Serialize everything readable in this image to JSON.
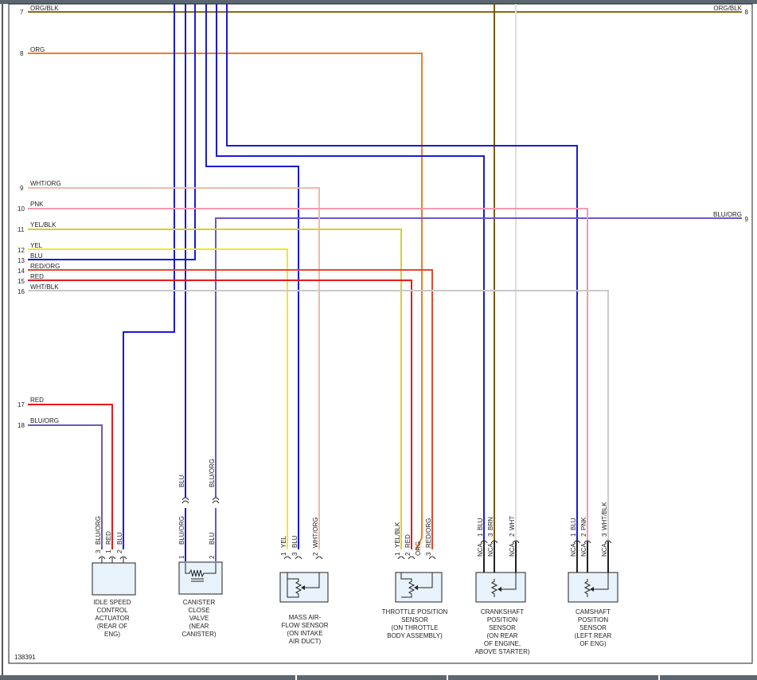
{
  "diagram_id": "138391",
  "colors": {
    "ORG": "#f47a20",
    "ORG/BLK": "#8a6a12",
    "BLU": "#1a1adc",
    "BLU/ORG": "#6a57c8",
    "WHT/ORG": "#f2b9a6",
    "PNK": "#f49aae",
    "YEL": "#f2e62c",
    "YEL/BLK": "#d8d02c",
    "RED": "#e81919",
    "RED/ORG": "#e8452c",
    "WHT/BLK": "#c9c9c9",
    "BRN": "#7a5a10",
    "WHT": "#dddddd"
  },
  "left_circuits": [
    {
      "num": "7",
      "label": "ORG/BLK"
    },
    {
      "num": "8",
      "label": "ORG"
    },
    {
      "num": "9",
      "label": "WHT/ORG"
    },
    {
      "num": "10",
      "label": "PNK"
    },
    {
      "num": "11",
      "label": "YEL/BLK"
    },
    {
      "num": "12",
      "label": "YEL"
    },
    {
      "num": "13",
      "label": "BLU"
    },
    {
      "num": "14",
      "label": "RED/ORG"
    },
    {
      "num": "15",
      "label": "RED"
    },
    {
      "num": "16",
      "label": "WHT/BLK"
    },
    {
      "num": "17",
      "label": "RED"
    },
    {
      "num": "18",
      "label": "BLU/ORG"
    }
  ],
  "right_circuits": [
    {
      "num": "8",
      "label": "ORG/BLK"
    },
    {
      "num": "9",
      "label": "BLU/ORG"
    }
  ],
  "splice_labels": [
    {
      "wire": "BLU",
      "label": "BLU"
    },
    {
      "wire": "BLU/ORG",
      "label": "BLU/ORG"
    }
  ],
  "components": [
    {
      "id": "isca",
      "caption": [
        "IDLE SPEED",
        "CONTROL",
        "ACTUATOR",
        "(REAR OF",
        "ENG)"
      ],
      "pins": [
        {
          "num": "3",
          "wire": "BLU/ORG"
        },
        {
          "num": "1",
          "wire": "RED"
        },
        {
          "num": "2",
          "wire": "BLU"
        }
      ]
    },
    {
      "id": "ccv",
      "caption": [
        "CANISTER",
        "CLOSE",
        "VALVE",
        "(NEAR",
        "CANISTER)"
      ],
      "pins": [
        {
          "num": "1",
          "wire": "BLU/ORG"
        },
        {
          "num": "2",
          "wire": "BLU"
        }
      ]
    },
    {
      "id": "maf",
      "caption": [
        "MASS AIR-",
        "FLOW SENSOR",
        "(ON INTAKE",
        "AIR DUCT)"
      ],
      "pins": [
        {
          "num": "1",
          "wire": "YEL"
        },
        {
          "num": "3",
          "wire": "BLU"
        },
        {
          "num": "2",
          "wire": "WHT/ORG"
        }
      ]
    },
    {
      "id": "tps",
      "caption": [
        "THROTTLE POSITION",
        "SENSOR",
        "(ON THROTTLE",
        "BODY ASSEMBLY)"
      ],
      "pins": [
        {
          "num": "1",
          "wire": "YEL/BLK"
        },
        {
          "num": "2",
          "wire": "RED"
        },
        {
          "num": "",
          "wire": "ORG"
        },
        {
          "num": "3",
          "wire": "RED/ORG"
        }
      ]
    },
    {
      "id": "ckp",
      "caption": [
        "CRANKSHAFT",
        "POSITION",
        "SENSOR",
        "(ON REAR",
        "OF ENGINE,",
        "ABOVE STARTER)"
      ],
      "pins": [
        {
          "num": "1",
          "wire": "BLU",
          "nca": "NCA"
        },
        {
          "num": "3",
          "wire": "BRN",
          "nca": "NCA"
        },
        {
          "num": "2",
          "wire": "WHT",
          "nca": "NCA"
        }
      ]
    },
    {
      "id": "cmp",
      "caption": [
        "CAMSHAFT",
        "POSITION",
        "SENSOR",
        "(LEFT REAR",
        "OF ENG)"
      ],
      "pins": [
        {
          "num": "1",
          "wire": "BLU",
          "nca": "NCA"
        },
        {
          "num": "2",
          "wire": "PNK",
          "nca": "NCA"
        },
        {
          "num": "3",
          "wire": "WHT/BLK",
          "nca": "NCA"
        }
      ]
    }
  ]
}
